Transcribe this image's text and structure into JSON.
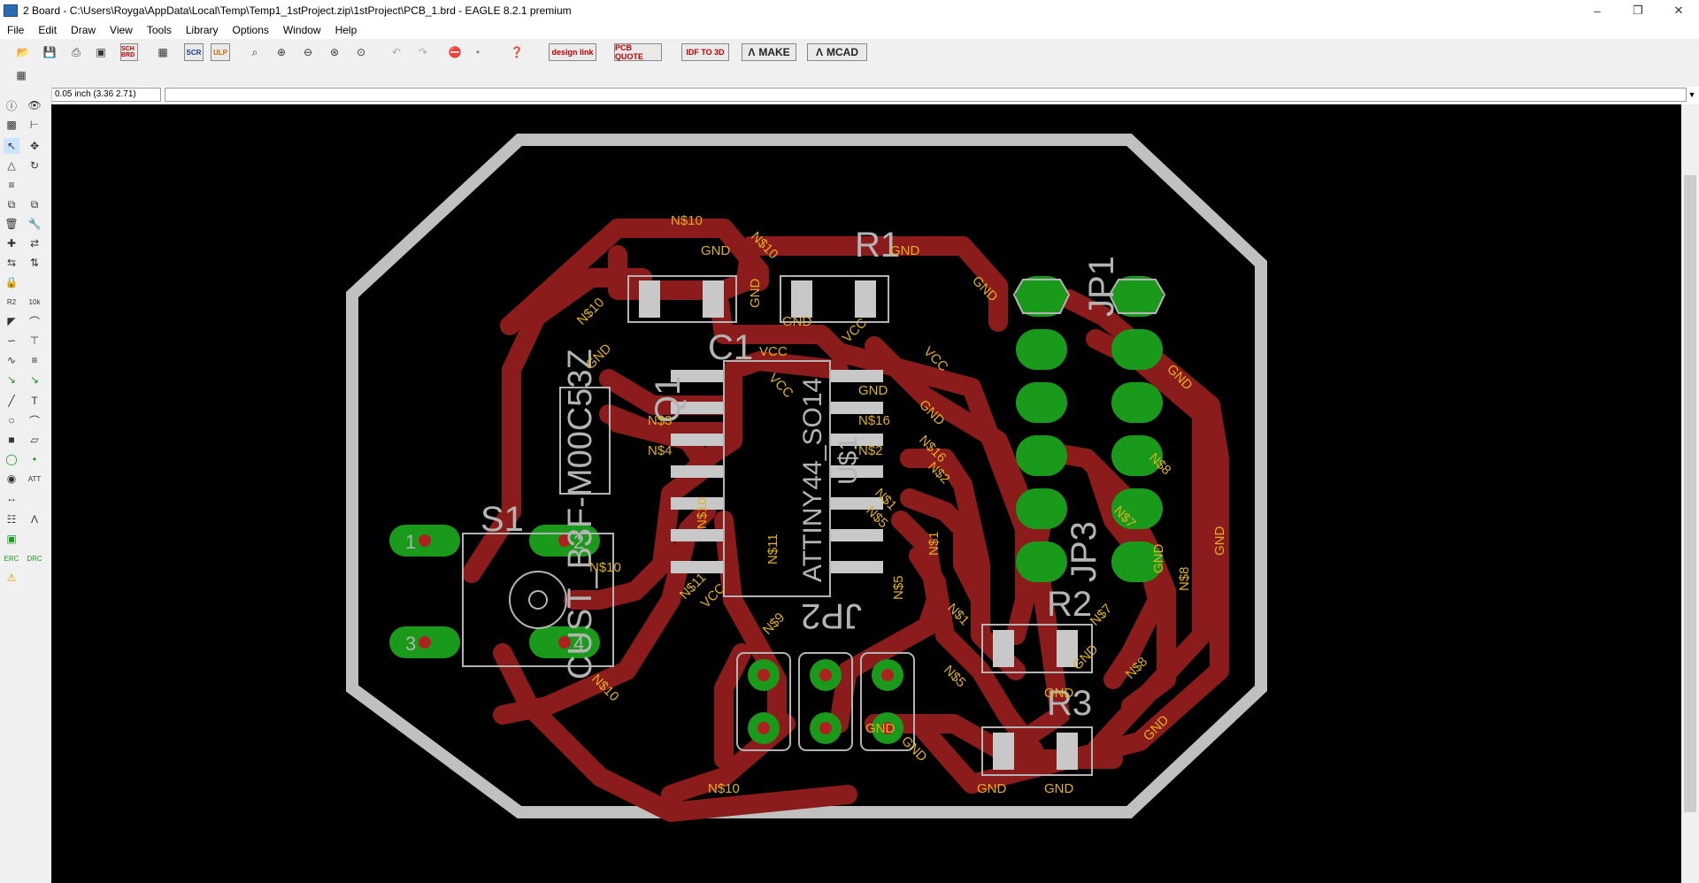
{
  "window": {
    "title": "2 Board - C:\\Users\\Royga\\AppData\\Local\\Temp\\Temp1_1stProject.zip\\1stProject\\PCB_1.brd - EAGLE 8.2.1 premium"
  },
  "menu": [
    "File",
    "Edit",
    "Draw",
    "View",
    "Tools",
    "Library",
    "Options",
    "Window",
    "Help"
  ],
  "toolbar": {
    "icons": [
      "open-icon",
      "save-icon",
      "print-icon",
      "cam-icon",
      "sch-brd-icon",
      "library-icon",
      "scr-icon",
      "ulp-icon",
      "zoom-fit-icon",
      "zoom-in-icon",
      "zoom-out-icon",
      "zoom-redraw-icon",
      "zoom-select-icon",
      "undo-icon",
      "redo-icon",
      "stop-icon",
      "go-icon",
      "help-icon"
    ],
    "sch_label": "SCH BRD",
    "scr_label": "SCR",
    "ulp_label": "ULP",
    "designlink_label": "design link",
    "pcbquote_label": "PCB QUOTE",
    "idf_label": "IDF TO 3D",
    "make_label": "MAKE",
    "mcad_label": "MCAD"
  },
  "command": {
    "coordinate": "0.05 inch (3.36 2.71)",
    "input": ""
  },
  "accent": {
    "copper": "#8c1c1c",
    "pad": "#1a9a1a",
    "silk": "#b4b4b4",
    "outline": "#c0c0c0",
    "label": "#e0b020"
  },
  "board": {
    "parts": {
      "R1": "R1",
      "R2": "R2",
      "R3": "R3",
      "C1": "C1",
      "Q1": "Q1",
      "S1": "S1",
      "U1": "U$1",
      "JP1": "JP1",
      "JP2": "JP2",
      "JP3": "JP3"
    },
    "values": {
      "U1_value": "ATTINY44_SO14",
      "S1_value": "CUST_B3F-M00C53Z"
    },
    "nets": {
      "n10a": "N$10",
      "n10b": "N$10",
      "n10c": "N$10",
      "n10d": "N$10",
      "n10e": "N$10",
      "n10f": "N$10",
      "n10g": "N$10",
      "gnd1": "GND",
      "gnd2": "GND",
      "gnd3": "GND",
      "gnd4": "GND",
      "gnd5": "GND",
      "gnd6": "GND",
      "gnd7": "GND",
      "gnd8": "GND",
      "gnd9": "GND",
      "gnd10": "GND",
      "gnd11": "GND",
      "gnd12": "GND",
      "gnd13": "GND",
      "gnd14": "GND",
      "gnd15": "GND",
      "gnd16": "GND",
      "gnd17": "GND",
      "gnd18": "GND",
      "vcc1": "VCC",
      "vcc2": "VCC",
      "vcc3": "VCC",
      "vcc4": "VCC",
      "vcc5": "VCC",
      "n3": "N$3",
      "n4": "N$4",
      "n16a": "N$16",
      "n16b": "N$16",
      "n2a": "N$2",
      "n2b": "N$2",
      "n1a": "N$1",
      "n1b": "N$1",
      "n1c": "N$1",
      "n5a": "N$5",
      "n5b": "N$5",
      "n55": "N$5",
      "n8a": "N$8",
      "n8b": "N$8",
      "n8c": "N$8",
      "n7a": "N$7",
      "n7b": "N$7",
      "n9": "N$9",
      "n11a": "N$11",
      "n11b": "N$11"
    },
    "pads": {
      "p1": "1",
      "p2": "2",
      "p3": "3",
      "p4": "4"
    }
  }
}
